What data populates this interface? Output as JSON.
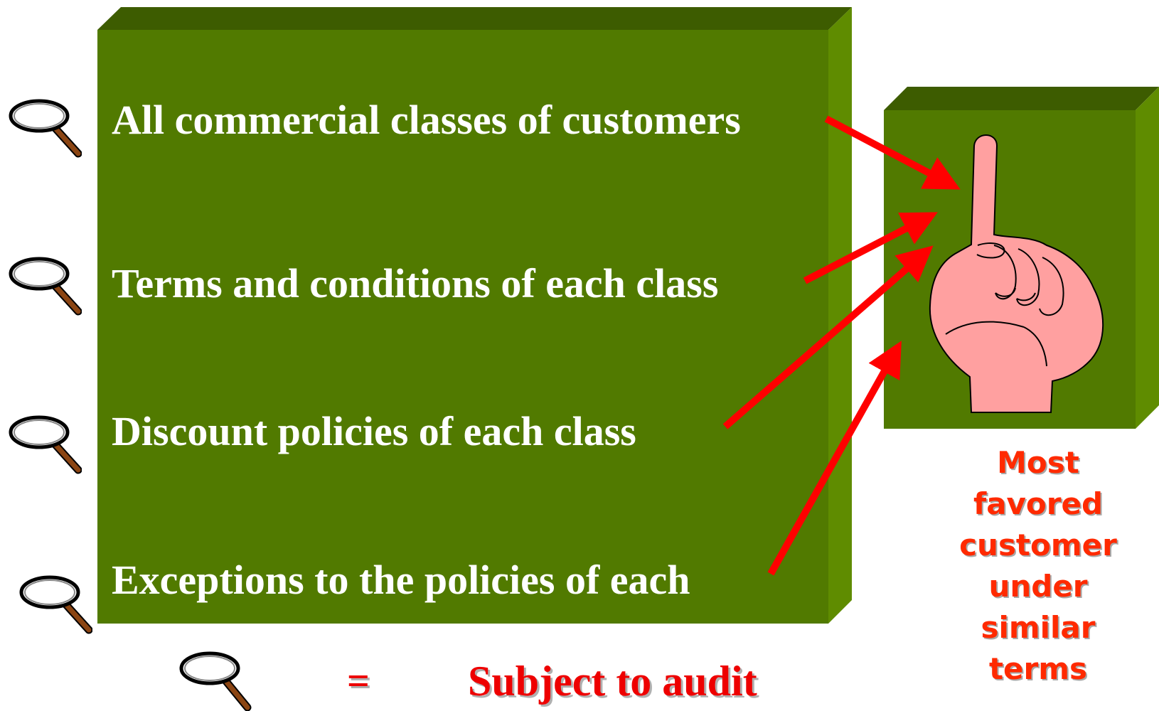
{
  "criteria_items": [
    "All commercial classes of customers",
    "Terms and conditions of each class",
    "Discount policies of each class",
    "Exceptions to the policies of each"
  ],
  "target_caption_lines": [
    "Most",
    "favored",
    "customer",
    "under",
    "similar",
    "terms"
  ],
  "legend": {
    "symbol": "=",
    "meaning": "Subject to audit",
    "icon": "magnifying-glass-icon"
  },
  "target_icon": "pointing-hand-icon",
  "colors": {
    "box_front": "#517a00",
    "box_top": "#3d5c00",
    "box_side": "#5f8c00",
    "arrow": "#ff0000",
    "hand": "#ffa0a0",
    "legend_text": "#ee0000",
    "caption_text": "#ff2a00"
  }
}
